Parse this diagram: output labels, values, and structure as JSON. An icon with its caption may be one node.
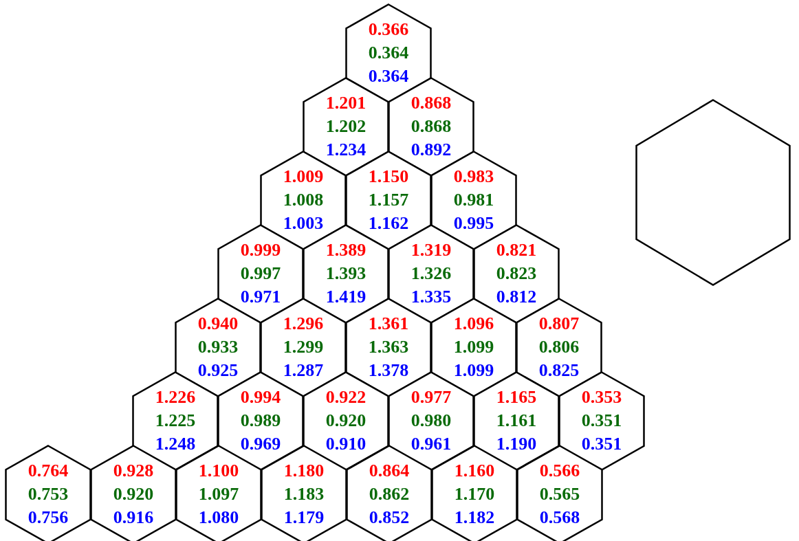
{
  "diagram": {
    "nodes": [
      {
        "text": [
          "0.366",
          "0.364",
          "0.364"
        ]
      },
      {
        "text": [
          "1.201",
          "1.202",
          "1.234"
        ]
      },
      {
        "text": [
          "0.868",
          "0.868",
          "0.892"
        ]
      },
      {
        "text": [
          "1.009",
          "1.008",
          "1.003"
        ]
      },
      {
        "text": [
          "1.150",
          "1.157",
          "1.162"
        ]
      },
      {
        "text": [
          "0.983",
          "0.981",
          "0.995"
        ]
      },
      {
        "text": [
          "0.999",
          "0.997",
          "0.971"
        ]
      },
      {
        "text": [
          "1.389",
          "1.393",
          "1.419"
        ]
      },
      {
        "text": [
          "1.319",
          "1.326",
          "1.335"
        ]
      },
      {
        "text": [
          "0.821",
          "0.823",
          "0.812"
        ]
      },
      {
        "text": [
          "0.940",
          "0.933",
          "0.925"
        ]
      },
      {
        "text": [
          "1.296",
          "1.299",
          "1.287"
        ]
      },
      {
        "text": [
          "1.361",
          "1.363",
          "1.378"
        ]
      },
      {
        "text": [
          "1.096",
          "1.099",
          "1.099"
        ]
      },
      {
        "text": [
          "0.807",
          "0.806",
          "0.825"
        ]
      },
      {
        "text": [
          "1.226",
          "1.225",
          "1.248"
        ]
      },
      {
        "text": [
          "0.994",
          "0.989",
          "0.969"
        ]
      },
      {
        "text": [
          "0.922",
          "0.920",
          "0.910"
        ]
      },
      {
        "text": [
          "0.977",
          "0.980",
          "0.961"
        ]
      },
      {
        "text": [
          "1.165",
          "1.161",
          "1.190"
        ]
      },
      {
        "text": [
          "0.353",
          "0.351",
          "0.351"
        ]
      },
      {
        "text": [
          "0.764",
          "0.753",
          "0.756"
        ]
      },
      {
        "text": [
          "0.928",
          "0.920",
          "0.916"
        ]
      },
      {
        "text": [
          "1.100",
          "1.097",
          "1.080"
        ]
      },
      {
        "text": [
          "1.180",
          "1.183",
          "1.179"
        ]
      },
      {
        "text": [
          "0.864",
          "0.862",
          "0.852"
        ]
      },
      {
        "text": [
          "1.160",
          "1.170",
          "1.182"
        ]
      },
      {
        "text": [
          "0.566",
          "0.565",
          "0.568"
        ]
      },
      {
        "text": [],
        "shape": "hexagon"
      }
    ],
    "edges": []
  }
}
